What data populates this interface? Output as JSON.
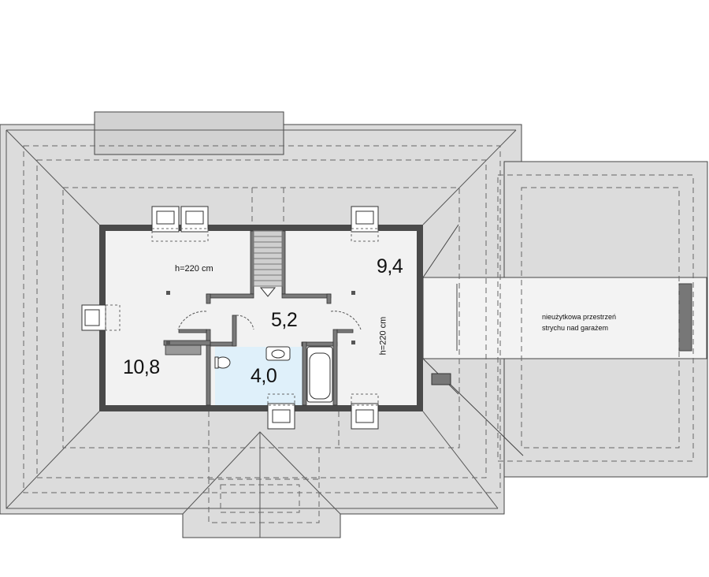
{
  "rooms": {
    "room_left": "10,8",
    "room_right": "9,4",
    "hall": "5,2",
    "bathroom": "4,0"
  },
  "notes": {
    "height_horizontal": "h=220 cm",
    "height_vertical": "h=220 cm",
    "attic_line1": "nieużytkowa przestrzeń",
    "attic_line2": "strychu nad garażem"
  },
  "colors": {
    "roof": "#dcdcdc",
    "floor": "#f2f2f2",
    "bathroom": "#dff0fa",
    "wall": "#7a7a7a",
    "outline": "#333333"
  }
}
